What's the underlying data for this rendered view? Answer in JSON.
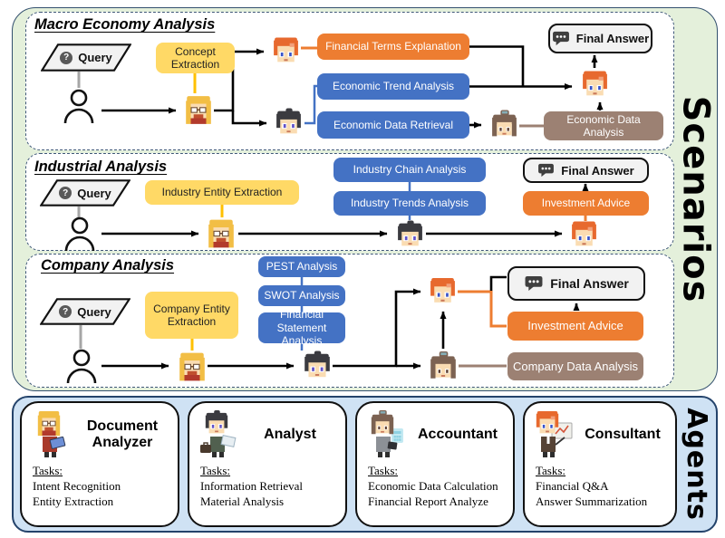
{
  "side_labels": {
    "scenarios": "Scenarios",
    "agents": "Agents"
  },
  "shared": {
    "query_label": "Query",
    "query_icon_glyph": "?",
    "final_answer_label": "Final Answer",
    "tasks_label": "Tasks:"
  },
  "macro": {
    "title": "Macro Economy Analysis",
    "concept_extraction": "Concept Extraction",
    "financial_terms_explanation": "Financial Terms Explanation",
    "economic_trend_analysis": "Economic Trend Analysis",
    "economic_data_retrieval": "Economic Data Retrieval",
    "economic_data_analysis": "Economic Data Analysis"
  },
  "industrial": {
    "title": "Industrial Analysis",
    "industry_entity_extraction": "Industry Entity Extraction",
    "industry_chain_analysis": "Industry Chain Analysis",
    "industry_trends_analysis": "Industry Trends Analysis",
    "investment_advice": "Investment Advice"
  },
  "company": {
    "title": "Company Analysis",
    "company_entity_extraction": "Company Entity Extraction",
    "pest_analysis": "PEST Analysis",
    "swot_analysis": "SWOT Analysis",
    "financial_statement_analysis": "Financial Statement Analysis",
    "investment_advice": "Investment Advice",
    "company_data_analysis": "Company Data Analysis"
  },
  "agents": {
    "cards": [
      {
        "name": "Document Analyzer",
        "tasks": [
          "Intent Recognition",
          "Entity Extraction"
        ]
      },
      {
        "name": "Analyst",
        "tasks": [
          "Information Retrieval",
          "Material Analysis"
        ]
      },
      {
        "name": "Accountant",
        "tasks": [
          "Economic Data Calculation",
          "Financial Report Analyze"
        ]
      },
      {
        "name": "Consultant",
        "tasks": [
          "Financial Q&A",
          "Answer Summarization"
        ]
      }
    ]
  },
  "colors": {
    "scenario_bg": "#E4F0DB",
    "agents_bg": "#CFE2F4",
    "process_blue": "#4472C4",
    "process_orange": "#ED7D31",
    "process_yellow": "#FFD966",
    "process_brown": "#9C8173",
    "yellow_connector": "#FFC000",
    "panel_dash_border": "#3F5878",
    "final_answer_bg": "#F2F2F2"
  }
}
